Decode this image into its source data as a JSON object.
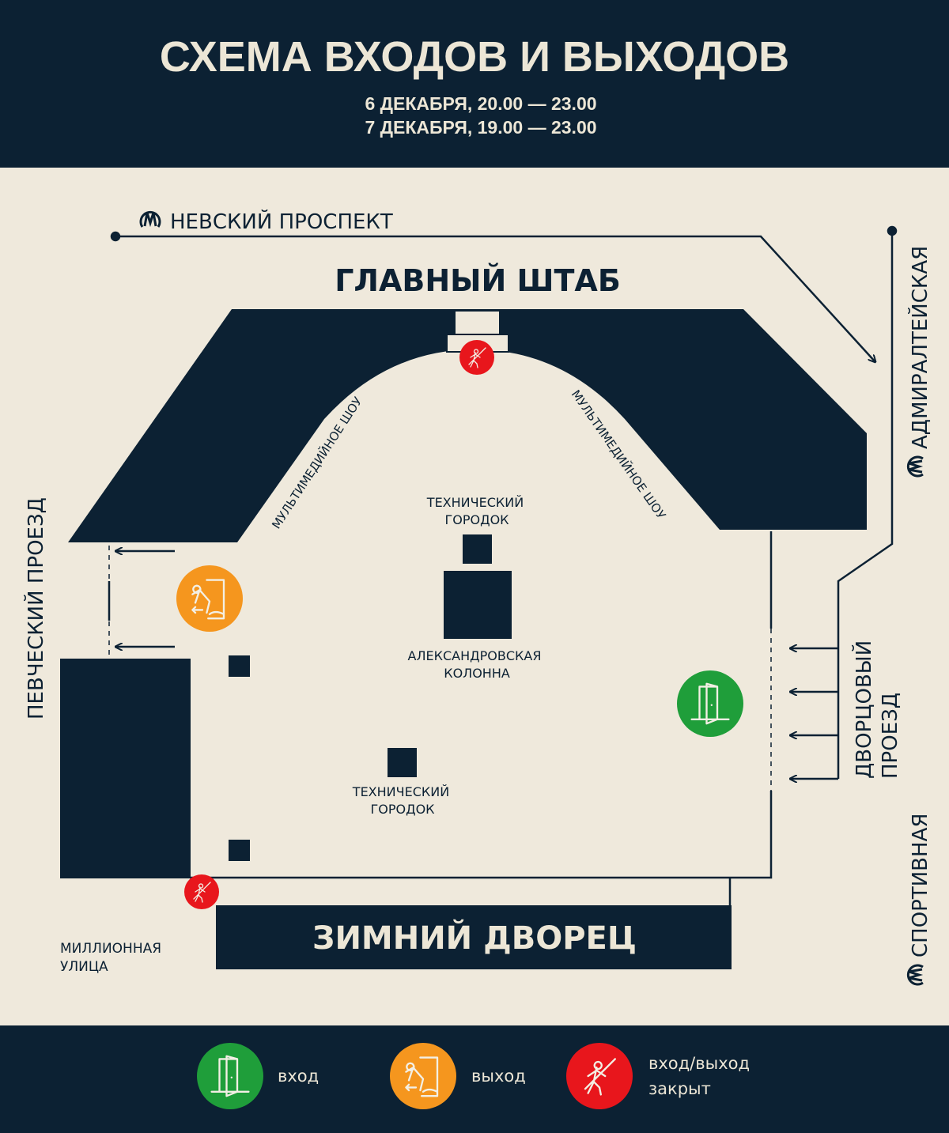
{
  "header": {
    "title": "СХЕМА ВХОДОВ И ВЫХОДОВ",
    "date_line_1": "6 ДЕКАБРЯ, 20.00 — 23.00",
    "date_line_2": "7 ДЕКАБРЯ, 19.00 — 23.00"
  },
  "map": {
    "metro_nevsky": "НЕВСКИЙ ПРОСПЕКТ",
    "metro_admiralteyskaya": "АДМИРАЛТЕЙСКАЯ",
    "metro_sportivnaya": "СПОРТИВНАЯ",
    "glavny_shtab": "ГЛАВНЫЙ ШТАБ",
    "zimny_dvorets": "ЗИМНИЙ ДВОРЕЦ",
    "multimedia_show": "МУЛЬТИМЕДИЙНОЕ ШОУ",
    "tech_town_1": [
      "ТЕХНИЧЕСКИЙ",
      "ГОРОДОК"
    ],
    "tech_town_2": [
      "ТЕХНИЧЕСКИЙ",
      "ГОРОДОК"
    ],
    "column": [
      "АЛЕКСАНДРОВСКАЯ",
      "КОЛОННА"
    ],
    "pevchesky": "ПЕВЧЕСКИЙ ПРОЕЗД",
    "dvortsovy": [
      "ДВОРЦОВЫЙ",
      "ПРОЕЗД"
    ],
    "millionnaya": [
      "МИЛЛИОННАЯ",
      "УЛИЦА"
    ]
  },
  "legend": {
    "entry": "вход",
    "exit": "выход",
    "closed": [
      "вход/выход",
      "закрыт"
    ]
  },
  "colors": {
    "navy": "#0c2133",
    "cream": "#efe9dc",
    "entry": "#1f9e3a",
    "exit": "#f5961e",
    "closed": "#e8161c"
  }
}
